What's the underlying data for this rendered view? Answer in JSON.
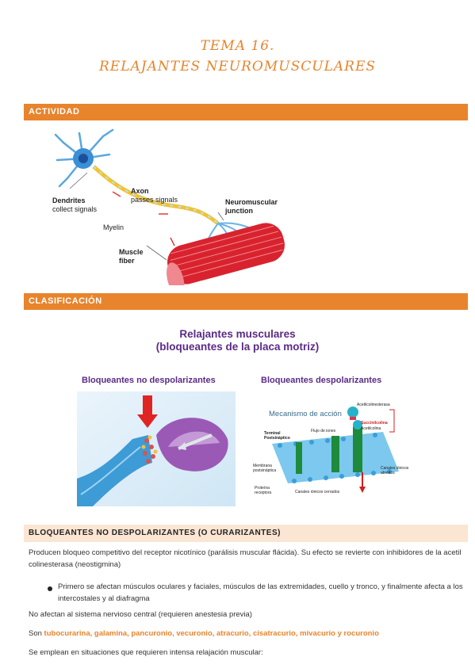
{
  "title": {
    "line1": "TEMA 16.",
    "line2": "RELAJANTES NEUROMUSCULARES"
  },
  "sections": {
    "actividad": "ACTIVIDAD",
    "clasificacion": "CLASIFICACIÓN"
  },
  "neuron_figure": {
    "dendrites_title": "Dendrites",
    "dendrites_sub": "collect signals",
    "axon_title": "Axon",
    "axon_sub": "passes signals",
    "myelin": "Myelin",
    "nmj_line1": "Neuromuscular",
    "nmj_line2": "junction",
    "muscle_line1": "Muscle",
    "muscle_line2": "fiber"
  },
  "relaxants_figure": {
    "title_line1": "Relajantes musculares",
    "title_line2": "(bloqueantes de la placa motriz)",
    "left_label": "Bloqueantes no despolarizantes",
    "right_label": "Bloqueantes despolarizantes",
    "mechanism": {
      "title": "Mecanismo de acción",
      "acetilcolinesterasa": "Acetilcolinesterasa",
      "succinilcolina": "Succinilcolina",
      "acetilcolina": "Acetilcolina",
      "terminal_line1": "Terminal",
      "terminal_line2": "Postsináptico",
      "flujo": "Flujo de iones",
      "membrana_line1": "Membrana",
      "membrana_line2": "postsináptica",
      "canales_abiertos_line1": "Canales iónicos",
      "canales_abiertos_line2": "abiertos",
      "proteina_line1": "Proteína",
      "proteina_line2": "receptora",
      "canales_cerrados": "Canales iónicos cerrados"
    }
  },
  "subsection": "BLOQUEANTES NO DESPOLARIZANTES (O CURARIZANTES)",
  "paragraphs": {
    "p1": "Producen bloqueo competitivo del receptor nicotínico (parálisis muscular flácida). Su efecto se revierte con inhibidores de la acetil colinesterasa (neostigmina)",
    "bullet1": "Primero se afectan músculos oculares y faciales, músculos de las extremidades, cuello y tronco, y finalmente afecta a los intercostales y al diafragma",
    "p2": "No afectan al sistema nervioso central (requieren anestesia previa)",
    "p3_prefix": "Son ",
    "p3_drugs": "tubocurarina, galamina, pancuronio, vecuronio, atracurio, cisatracurio, mivacurio y rocuronio",
    "p4": "Se emplean en situaciones que requieren intensa relajación muscular:"
  },
  "colors": {
    "accent": "#e8842c",
    "subsection_bg": "#fbe5d3",
    "figure_title": "#5b2a86"
  }
}
